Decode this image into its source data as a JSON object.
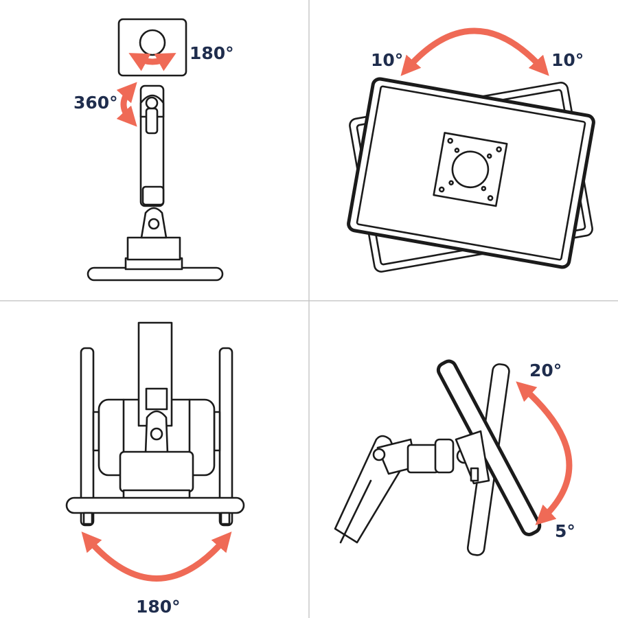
{
  "panels": {
    "top_left": {
      "rotation_label": "180°",
      "swivel_label": "360°"
    },
    "top_right": {
      "tilt_left_label": "10°",
      "tilt_right_label": "10°"
    },
    "bottom_left": {
      "pan_label": "180°"
    },
    "bottom_right": {
      "tilt_up_label": "20°",
      "tilt_down_label": "5°"
    }
  },
  "colors": {
    "accent": "#ef6a56",
    "label": "#1f2d4d",
    "line": "#1b1b1b",
    "divider": "#c8c8c8"
  }
}
